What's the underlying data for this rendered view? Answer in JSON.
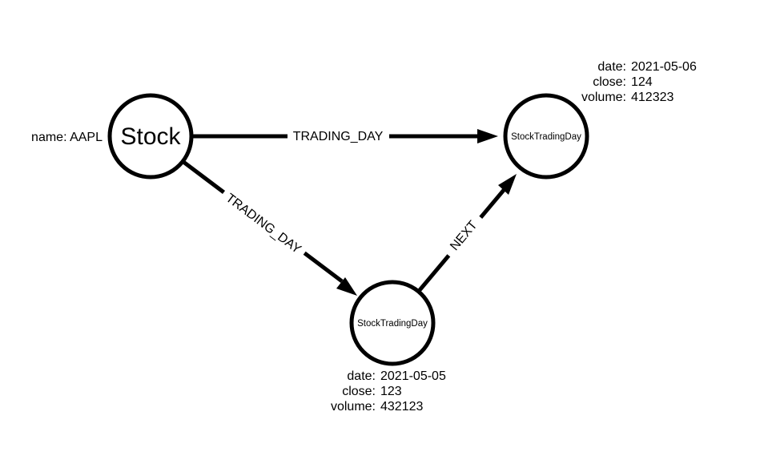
{
  "diagram": {
    "colors": {
      "foreground": "#000000",
      "background": "#ffffff"
    },
    "nodes": {
      "stock": {
        "label": "Stock",
        "annotation": "name: AAPL"
      },
      "day_0506": {
        "label": "StockTradingDay",
        "properties": [
          {
            "key": "date:",
            "value": "2021-05-06"
          },
          {
            "key": "close:",
            "value": "124"
          },
          {
            "key": "volume:",
            "value": "412323"
          }
        ]
      },
      "day_0505": {
        "label": "StockTradingDay",
        "properties": [
          {
            "key": "date:",
            "value": "2021-05-05"
          },
          {
            "key": "close:",
            "value": "123"
          },
          {
            "key": "volume:",
            "value": "432123"
          }
        ]
      }
    },
    "edges": {
      "trading_day_horizontal": {
        "label": "TRADING_DAY"
      },
      "trading_day_diagonal": {
        "label": "TRADING_DAY"
      },
      "next": {
        "label": "NEXT"
      }
    }
  }
}
